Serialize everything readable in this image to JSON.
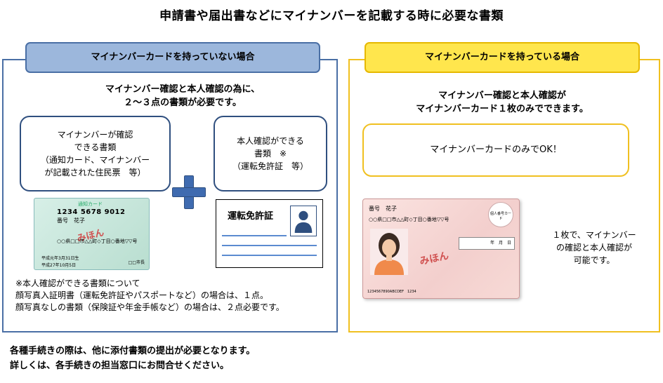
{
  "title": "申請書や届出書などにマイナンバーを記載する時に必要な書類",
  "left": {
    "header": "マイナンバーカードを持っていない場合",
    "lead": [
      "マイナンバー確認と本人確認の為に、",
      "２～３点の書類が必要です。"
    ],
    "bubble_a": [
      "マイナンバーが確認",
      "できる書類",
      "（通知カード、マイナンバー",
      "が記載された住民票　等）"
    ],
    "bubble_b": [
      "本人確認ができる",
      "書類　※",
      "（運転免許証　等）"
    ],
    "notification_card": {
      "title": "通知カード",
      "number": "1234 5678 9012",
      "name": "番号　花子",
      "stamp": "みほん",
      "address": "○○県□□市△△町◇丁目○番地▽▽号",
      "birth": "平成元年3月31日生",
      "issued": "平成27年10月5日",
      "code": "□□市長"
    },
    "license": {
      "title": "運転免許証"
    },
    "note": [
      "※本人確認ができる書類について",
      "顔写真入証明書（運転免許証やパスポートなど）の場合は、１点。",
      "顔写真なしの書類（保険証や年金手帳など）の場合は、２点必要です。"
    ]
  },
  "right": {
    "header": "マイナンバーカードを持っている場合",
    "lead": [
      "マイナンバー確認と本人確認が",
      "マイナンバーカード１枚のみでできます。"
    ],
    "ok": "マイナンバーカードのみでOK！",
    "card": {
      "name": "番号　花子",
      "address": "○○県□□市△△町◇丁目○番地▽▽号",
      "stamp": "みほん",
      "logo": "個人番号カード",
      "date": "年　月　日",
      "footer": "1234567890ABCDEF　1234"
    },
    "note": [
      "１枚で、マイナンバー",
      "の確認と本人確認が",
      "可能です。"
    ]
  },
  "footer": [
    "各種手続きの際は、他に添付書類の提出が必要となります。",
    "詳しくは、各手続きの担当窓口にお問合せください。"
  ],
  "colors": {
    "blue_header": "#9cb7dc",
    "blue_border": "#4a6fa5",
    "yellow_header": "#ffe64d",
    "yellow_border": "#f0c020",
    "plus": "#3f6bb0"
  }
}
